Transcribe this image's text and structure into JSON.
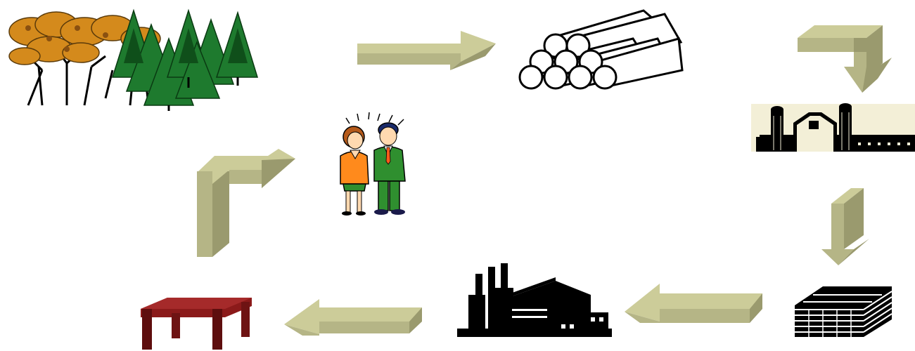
{
  "diagram": {
    "type": "process-cycle",
    "steps": [
      {
        "id": "forest",
        "icon": "forest-icon"
      },
      {
        "id": "logs",
        "icon": "log-pile-icon"
      },
      {
        "id": "farm",
        "icon": "barn-farm-icon"
      },
      {
        "id": "lumber",
        "icon": "lumber-stack-icon"
      },
      {
        "id": "factory",
        "icon": "factory-icon"
      },
      {
        "id": "table",
        "icon": "table-icon"
      },
      {
        "id": "people",
        "icon": "people-icon"
      }
    ],
    "connections": [
      {
        "from": "forest",
        "to": "logs",
        "direction": "right"
      },
      {
        "from": "logs",
        "to": "farm",
        "direction": "right-then-down"
      },
      {
        "from": "farm",
        "to": "lumber",
        "direction": "down"
      },
      {
        "from": "lumber",
        "to": "factory",
        "direction": "left"
      },
      {
        "from": "factory",
        "to": "table",
        "direction": "left"
      },
      {
        "from": "table",
        "to": "people",
        "direction": "up-then-right"
      }
    ],
    "colors": {
      "arrow_top": "#cccc99",
      "arrow_side": "#9a9a6e",
      "arrow_front": "#b5b586",
      "silhouette": "#000000",
      "table": "#8b1a1a",
      "table_dark": "#5e0e0e",
      "foliage_autumn": "#d48a1c",
      "foliage_green": "#1e7a2e",
      "suit_green": "#2f8f2f",
      "top_orange": "#ff8a1c"
    }
  }
}
